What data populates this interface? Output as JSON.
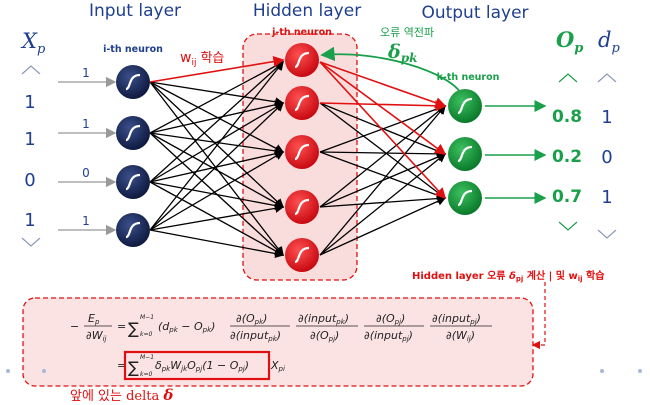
{
  "titles": {
    "input_layer": "Input layer",
    "hidden_layer": "Hidden layer",
    "output_layer": "Output layer"
  },
  "labels": {
    "xp": "X",
    "xp_sub": "p",
    "op": "O",
    "op_sub": "p",
    "dp": "d",
    "dp_sub": "p",
    "i_th_neuron": "i-th neuron",
    "j_th_neuron": "j-th neuron",
    "k_th_neuron": "k-th neuron",
    "wij_learn_w": "w",
    "wij_learn_sub": "ij",
    "wij_learn_suffix": "학습",
    "error_backprop": "오류 역전파",
    "delta_pk": "δ",
    "delta_pk_sub": "pk",
    "hidden_error_prefix": "Hidden layer 오류 ",
    "hidden_error_delta": "δ",
    "hidden_error_delta_sub": "pj",
    "hidden_error_mid": " 계산 | 및 ",
    "hidden_error_w": "w",
    "hidden_error_w_sub": "ij",
    "hidden_error_suffix": " 학습",
    "bottom_caption_prefix": "앞에 있는 delta ",
    "bottom_caption_delta": "δ"
  },
  "inputs": {
    "xp_values": [
      "1",
      "1",
      "0",
      "1"
    ],
    "edge_labels": [
      "1",
      "1",
      "0",
      "1"
    ]
  },
  "outputs": {
    "op_values": [
      "0.8",
      "0.2",
      "0.7"
    ],
    "dp_values": [
      "1",
      "0",
      "1"
    ]
  },
  "formula": {
    "lhs_num": "E",
    "lhs_num_sub": "p",
    "lhs_den": "∂W",
    "lhs_den_sub": "ij",
    "equals": "=",
    "sum_top": "M−1",
    "sum_bottom": "k=0",
    "term1": "(d",
    "term1_sub1": "pk",
    "term1_mid": " − O",
    "term1_sub2": "pk",
    "term1_end": ")",
    "frac1_num": "∂(O",
    "frac1_num_sub": "pk",
    "frac1_num_end": ")",
    "frac1_den": "∂(input",
    "frac1_den_sub": "pk",
    "frac1_den_end": ")",
    "frac2_num": "∂(input",
    "frac2_num_sub": "pk",
    "frac2_num_end": ")",
    "frac2_den": "∂(O",
    "frac2_den_sub": "pj",
    "frac2_den_end": ")",
    "frac3_num": "∂(O",
    "frac3_num_sub": "pj",
    "frac3_num_end": ")",
    "frac3_den": "∂(input",
    "frac3_den_sub": "pj",
    "frac3_den_end": ")",
    "frac4_num": "∂(input",
    "frac4_num_sub": "pj",
    "frac4_num_end": ")",
    "frac4_den": "∂(W",
    "frac4_den_sub": "ij",
    "frac4_den_end": ")",
    "line2_boxed": "δ",
    "line2_boxed_sub1": "pk",
    "line2_w": "W",
    "line2_w_sub": "jk",
    "line2_o": "O",
    "line2_o_sub": "pj",
    "line2_paren": "(1 − O",
    "line2_paren_sub": "pj",
    "line2_paren_end": ")",
    "line2_x": "X",
    "line2_x_sub": "pi"
  },
  "colors": {
    "title_blue": "#1f3f8f",
    "input_neuron": "#1b2a5a",
    "hidden_neuron": "#e8141e",
    "output_neuron": "#139a3a",
    "output_value": "#1aa04a",
    "error_red": "#e01010",
    "hidden_box_fill": "#f9dcdc",
    "formula_box_fill": "#fbe3e3"
  }
}
